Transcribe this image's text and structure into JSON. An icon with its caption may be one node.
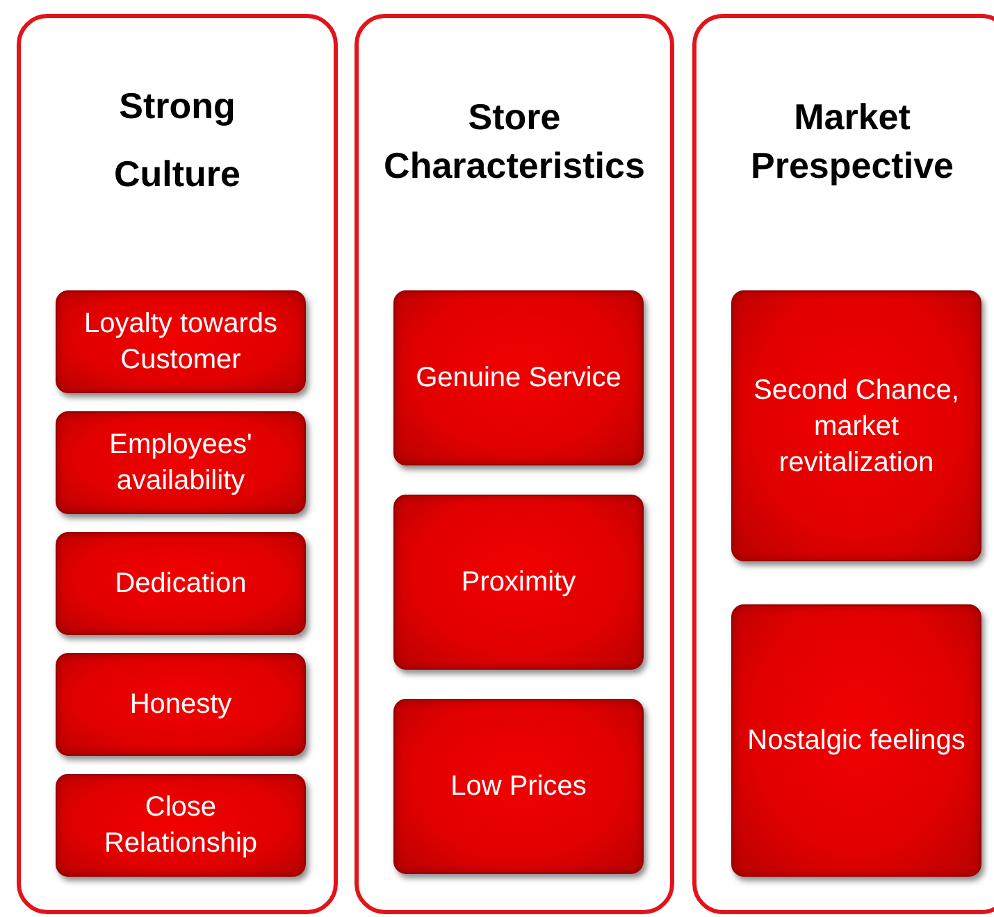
{
  "diagram": {
    "nodes": [
      {
        "text": [
          "Strong Culture"
        ]
      },
      {
        "text": [
          "Loyalty towards Customer"
        ],
        "in": 0
      },
      {
        "text": [
          "Employees' availability"
        ],
        "in": 0
      },
      {
        "text": [
          "Dedication"
        ],
        "in": 0
      },
      {
        "text": [
          "Honesty"
        ],
        "in": 0
      },
      {
        "text": [
          "Close Relationship"
        ],
        "in": 0
      },
      {
        "text": [
          "Store Characteristics"
        ]
      },
      {
        "text": [
          "Genuine Service"
        ],
        "in": 6
      },
      {
        "text": [
          "Proximity"
        ],
        "in": 6
      },
      {
        "text": [
          "Low Prices"
        ],
        "in": 6
      },
      {
        "text": [
          "Market Prespective"
        ]
      },
      {
        "text": [
          "Second Chance, market revitalization"
        ],
        "in": 10
      },
      {
        "text": [
          "Nostalgic feelings"
        ],
        "in": 10
      }
    ]
  }
}
